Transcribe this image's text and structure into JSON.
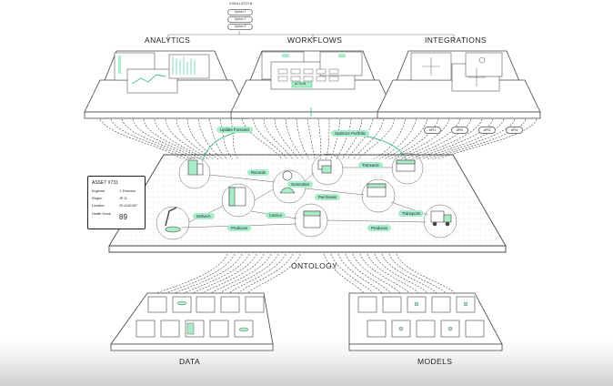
{
  "simulation": {
    "title": "SIMULATION",
    "options": [
      "Option 1",
      "Option 2",
      "Option 3"
    ]
  },
  "sections": {
    "analytics": "ANALYTICS",
    "workflows": "WORKFLOWS",
    "integrations": "INTEGRATIONS",
    "ontology": "ONTOLOGY",
    "data": "DATA",
    "models": "MODELS"
  },
  "connectors": {
    "update_forecast": "Update Forecast",
    "optimize_portfolio": "Optimize Portfolio"
  },
  "apis": [
    "API1",
    "API2",
    "API3",
    "API4"
  ],
  "ontology_links": {
    "records": "Records",
    "generates": "Generates",
    "transacts": "Transacts",
    "purchases": "Purchases",
    "delivers": "Delivers",
    "carries": "Carries",
    "produces_left": "Produces",
    "produces_right": "Produces",
    "transports": "Transports"
  },
  "workflow_button": "ACTION",
  "asset": {
    "title": "ASSET #731",
    "rows": [
      {
        "label": "Engineer",
        "value": "J. Emmons"
      },
      {
        "label": "Region",
        "value": "JP 11"
      },
      {
        "label": "Location",
        "value": "29.4142150°"
      }
    ],
    "score_label": "Health Score",
    "score": "89"
  },
  "colors": {
    "accent": "#a9ecc7",
    "accent_dark": "#3fbf86",
    "line": "#333333"
  }
}
